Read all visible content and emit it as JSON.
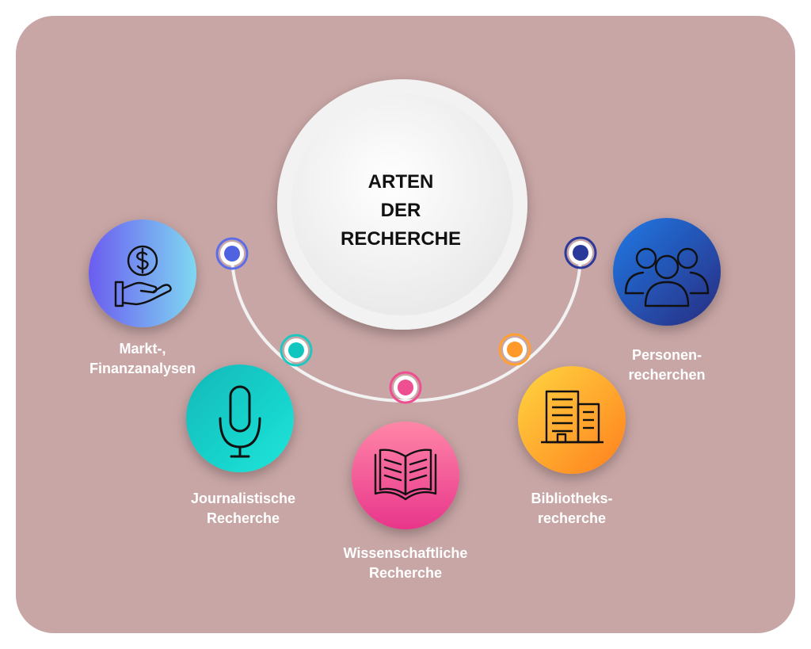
{
  "title": {
    "line1": "ARTEN",
    "line2": "DER",
    "line3": "RECHERCHE"
  },
  "colors": {
    "background": "#c9a6a6",
    "connector": "#f2f2f2",
    "markt": [
      "#6b5cf0",
      "#7fd8f2"
    ],
    "journalistisch": [
      "#0fc2c0",
      "#18e2d6"
    ],
    "wissenschaftlich": [
      "#e83e8c",
      "#ff7aa8"
    ],
    "bibliothek": [
      "#ff8a1f",
      "#ffd23f"
    ],
    "personen": [
      "#1e6fe0",
      "#2b2f86"
    ]
  },
  "categories": [
    {
      "id": "markt",
      "icon": "money-hand-icon",
      "line1": "Markt-,",
      "line2": "Finanzanalysen"
    },
    {
      "id": "journalistisch",
      "icon": "microphone-icon",
      "line1": "Journalistische",
      "line2": "Recherche"
    },
    {
      "id": "wissenschaftlich",
      "icon": "open-book-icon",
      "line1": "Wissenschaftliche",
      "line2": "Recherche"
    },
    {
      "id": "bibliothek",
      "icon": "buildings-icon",
      "line1": "Bibliotheks-",
      "line2": "recherche"
    },
    {
      "id": "personen",
      "icon": "people-group-icon",
      "line1": "Personen-",
      "line2": "recherchen"
    }
  ]
}
